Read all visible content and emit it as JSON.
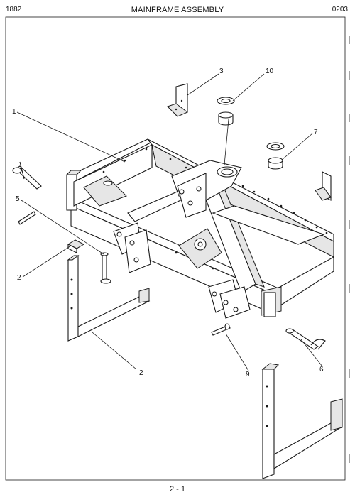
{
  "header": {
    "left": "1882",
    "title": "MAINFRAME ASSEMBLY",
    "right": "0203"
  },
  "footer": {
    "page": "2 - 1"
  },
  "callouts": [
    "1",
    "2",
    "2",
    "3",
    "5",
    "6",
    "7",
    "9",
    "10"
  ]
}
